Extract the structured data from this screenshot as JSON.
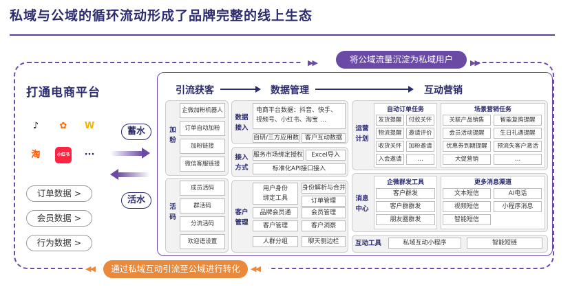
{
  "title": "私域与公域的循环流动形成了品牌完整的线上生态",
  "top_pill": "将公域流量沉淀为私域用户",
  "bottom_pill": "通过私域互动引流至公域进行转化",
  "left": {
    "title": "打通电商平台",
    "apps": [
      {
        "name": "douyin-icon",
        "glyph": "♪",
        "color": "#111111"
      },
      {
        "name": "kuaishou-icon",
        "glyph": "✿",
        "color": "#ff6a00"
      },
      {
        "name": "vipshop-icon",
        "glyph": "W",
        "color": "#f4b400"
      },
      {
        "name": "taobao-icon",
        "glyph": "淘",
        "color": "#ff5500"
      },
      {
        "name": "xiaohongshu-icon",
        "glyph": "小红书",
        "color": "#ff2442"
      },
      {
        "name": "more-icon",
        "glyph": "···",
        "color": "#2b2b6e"
      }
    ],
    "data_buttons": [
      "订单数据 >",
      "会员数据 >",
      "行为数据 >"
    ],
    "store_label": "蓄水",
    "activate_label": "活水"
  },
  "headers": {
    "acquire": "引流获客",
    "data": "数据管理",
    "marketing": "互动营销"
  },
  "acquire": {
    "add_fans": {
      "label": "加\n粉",
      "items": [
        "企微加粉机器人",
        "订单自动加粉",
        "加粉链接",
        "微信客服链接"
      ]
    },
    "activity": {
      "label": "活\n码",
      "items": [
        "成员活码",
        "群活码",
        "分流活码",
        "欢迎语设置"
      ]
    }
  },
  "data_mgmt": {
    "access": {
      "label": "数据\n接入",
      "platforms": "电商平台数据：抖音、快手、\n视频号、小红书、淘宝 …",
      "items": [
        "自研/三方应用数据",
        "客户互动数据"
      ]
    },
    "method": {
      "label": "接入\n方式",
      "items": [
        "服务市场绑定授权",
        "Excel导入",
        "标准化API接口接入"
      ]
    },
    "customer": {
      "label": "客户\n管理",
      "items": [
        "用户身份\n绑定工具",
        "身份解析与合并",
        "订单管理",
        "品牌会员通",
        "会员管理",
        "客户管理",
        "客户洞察",
        "人群分组",
        "聊天侧边栏"
      ]
    }
  },
  "marketing": {
    "ops": {
      "label": "运营\n计划",
      "auto_title": "自动订单任务",
      "auto_items": [
        "发货提醒",
        "付款关怀",
        "物流提醒",
        "邀请评价",
        "收货关怀",
        "加粉邀请",
        "入会邀请",
        "…"
      ],
      "scene_title": "场景营销任务",
      "scene_items": [
        "关联产品销售",
        "智能复购提醒",
        "会员活动提醒",
        "生日礼遇提醒",
        "优惠券到期提醒",
        "预流失客户激活",
        "大促营销",
        "…"
      ]
    },
    "msg": {
      "label": "消息\n中心",
      "group_title": "企微群发工具",
      "group_items": [
        "客户群发",
        "客户群群发",
        "朋友圈群发"
      ],
      "more_title": "更多消息渠道",
      "more_items": [
        "文本短信",
        "AI电话",
        "视频短信",
        "小程序消息",
        "智能短信"
      ]
    },
    "tools": {
      "label": "互动工具",
      "items": [
        "私域互动小程序",
        "智能短链"
      ]
    }
  }
}
